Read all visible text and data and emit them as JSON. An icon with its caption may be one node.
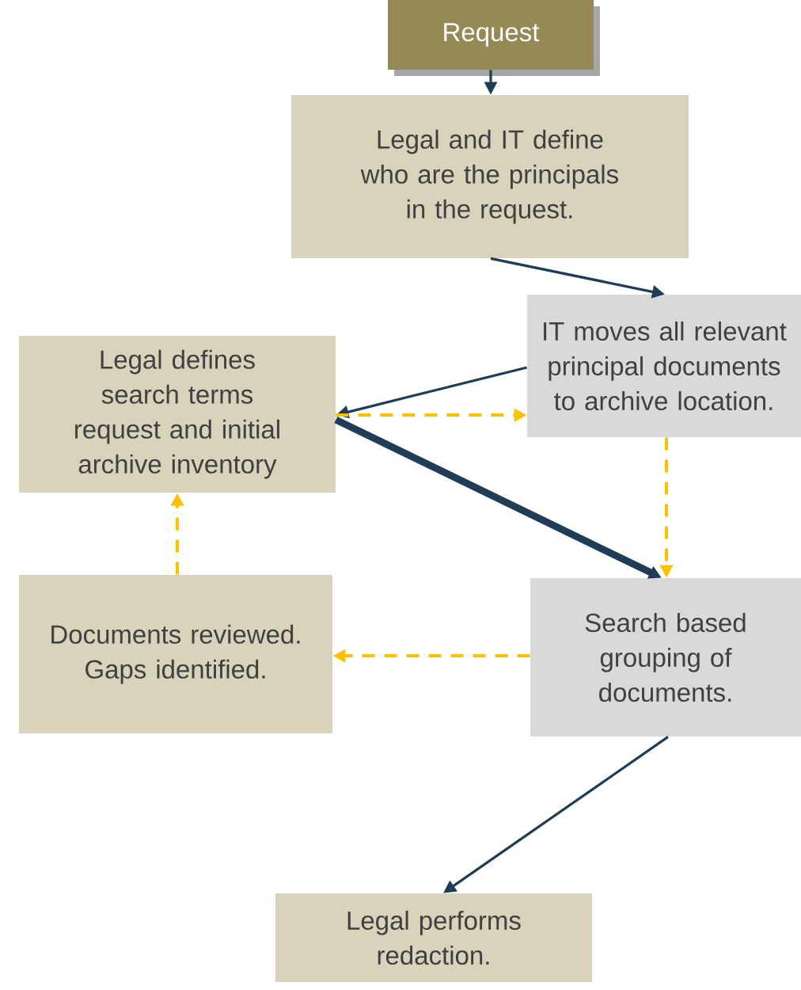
{
  "diagram": {
    "nodes": [
      {
        "text": [
          "Request"
        ]
      },
      {
        "text": [
          "Legal and IT define who are the principals in the request."
        ]
      },
      {
        "text": [
          "IT moves all relevant principal documents to archive location."
        ]
      },
      {
        "text": [
          "Legal defines search terms request and initial archive inventory"
        ]
      },
      {
        "text": [
          "Documents reviewed. Gaps identified."
        ]
      },
      {
        "text": [
          "Search based grouping of documents."
        ]
      },
      {
        "text": [
          "Legal performs redaction."
        ]
      }
    ],
    "edges": [
      {
        "from": 0,
        "to": 1,
        "arrow": "to"
      },
      {
        "from": 1,
        "to": 2,
        "arrow": "to"
      },
      {
        "from": 2,
        "to": 3,
        "arrow": "to"
      },
      {
        "from": 3,
        "to": 2,
        "arrow": "to",
        "style": "dashed",
        "color": "#ffc000"
      },
      {
        "from": 3,
        "to": 5,
        "arrow": "to",
        "style": "thick"
      },
      {
        "from": 2,
        "to": 5,
        "arrow": "to",
        "style": "dashed",
        "color": "#ffc000"
      },
      {
        "from": 5,
        "to": 4,
        "arrow": "to",
        "style": "dashed",
        "color": "#ffc000"
      },
      {
        "from": 4,
        "to": 3,
        "arrow": "to",
        "style": "dashed",
        "color": "#ffc000"
      },
      {
        "from": 5,
        "to": 6,
        "arrow": "to"
      }
    ]
  }
}
